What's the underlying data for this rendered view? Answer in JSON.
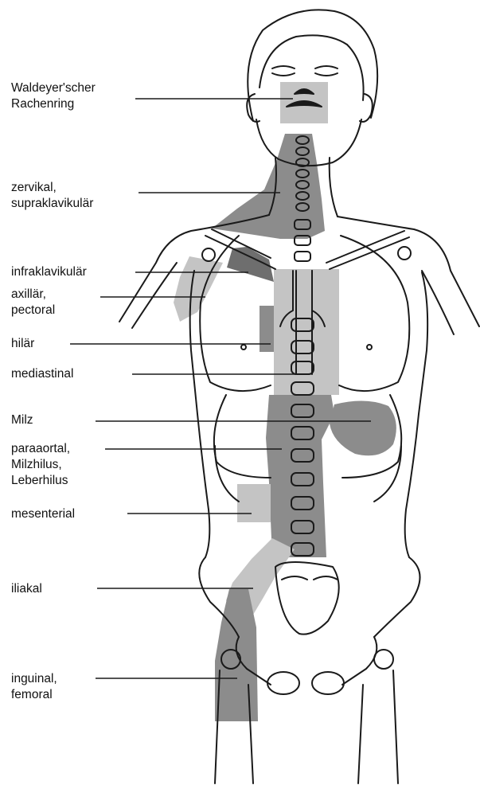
{
  "colors": {
    "outline": "#1a1a1a",
    "light_region": "#c4c4c4",
    "dark_region": "#8c8c8c",
    "darker_region": "#6e6e6e"
  },
  "labels": [
    {
      "id": "waldeyer",
      "lines": [
        "Waldeyer'scher",
        "Rachenring"
      ]
    },
    {
      "id": "zervikal",
      "lines": [
        "zervikal,",
        "supraklavikulär"
      ]
    },
    {
      "id": "infraklavikular",
      "lines": [
        "infraklavikulär"
      ]
    },
    {
      "id": "axillar",
      "lines": [
        "axillär,",
        "pectoral"
      ]
    },
    {
      "id": "hilar",
      "lines": [
        "hilär"
      ]
    },
    {
      "id": "mediastinal",
      "lines": [
        "mediastinal"
      ]
    },
    {
      "id": "milz",
      "lines": [
        "Milz"
      ]
    },
    {
      "id": "paraaortal",
      "lines": [
        "paraaortal,",
        "Milzhilus,",
        "Leberhilus"
      ]
    },
    {
      "id": "mesenterial",
      "lines": [
        "mesenterial"
      ]
    },
    {
      "id": "iliakal",
      "lines": [
        "iliakal"
      ]
    },
    {
      "id": "inguinal",
      "lines": [
        "inguinal,",
        "femoral"
      ]
    }
  ]
}
